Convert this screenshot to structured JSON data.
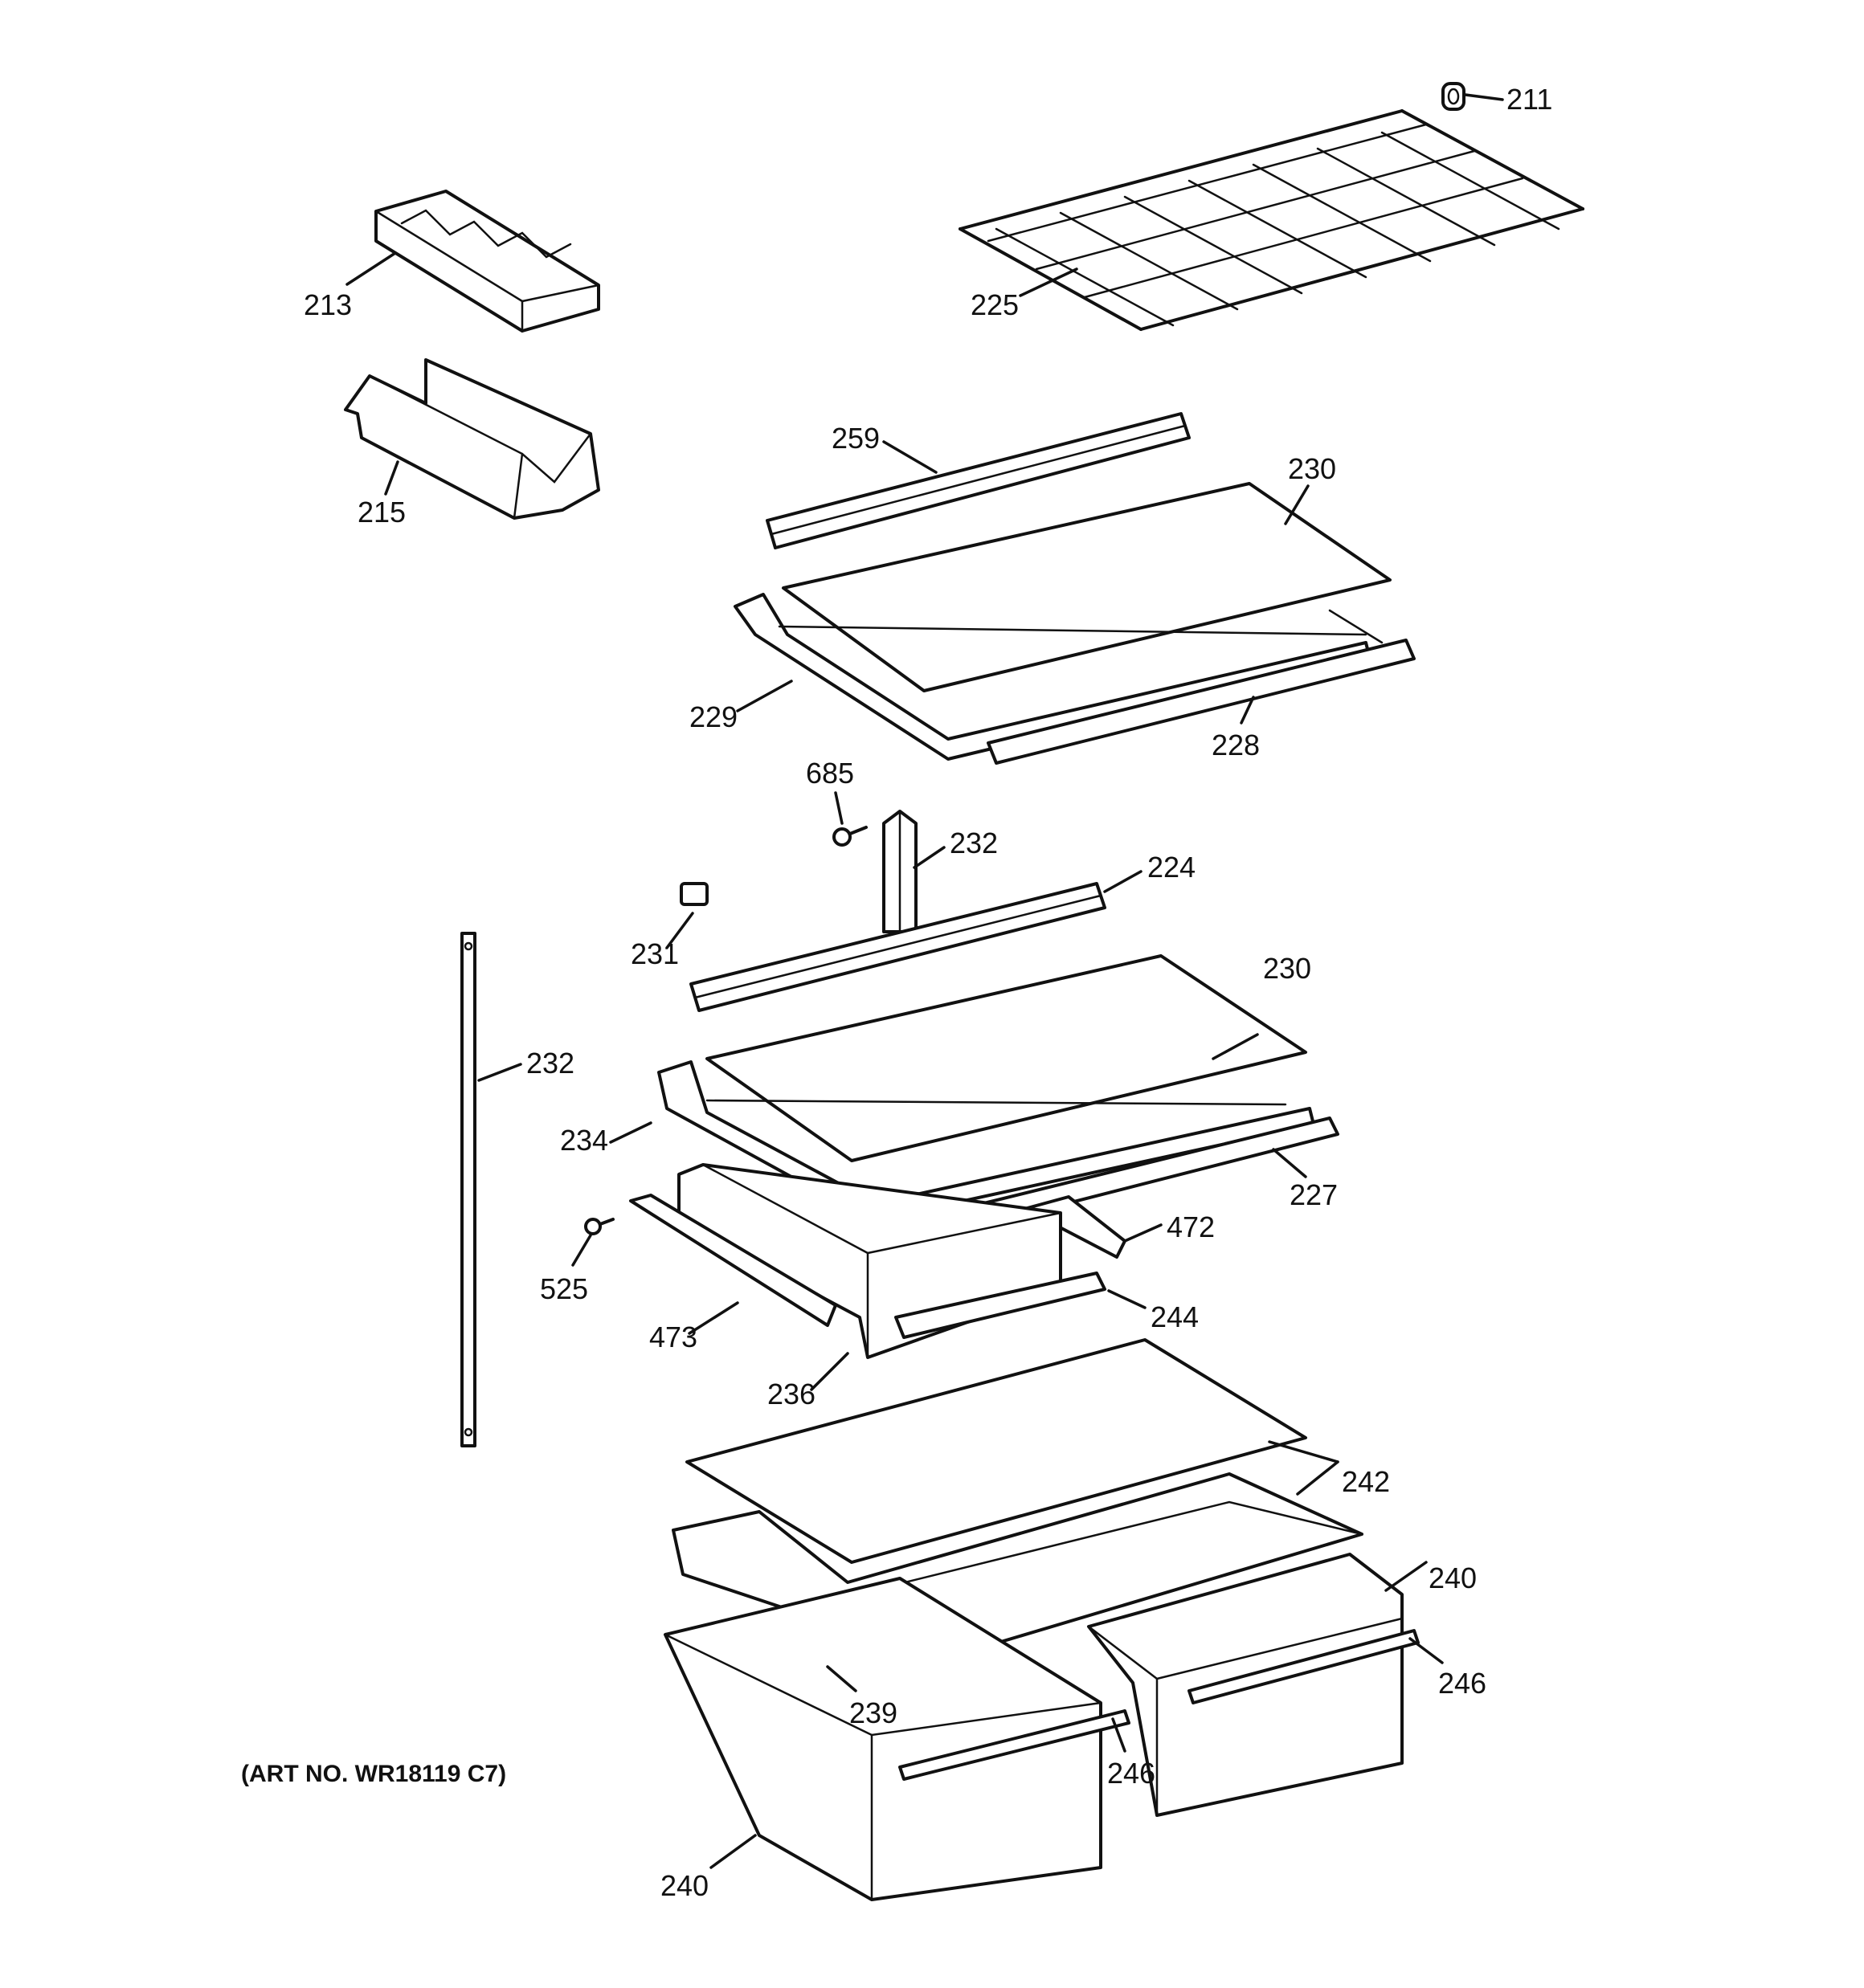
{
  "callouts": {
    "c211": "211",
    "c213": "213",
    "c225": "225",
    "c215": "215",
    "c259": "259",
    "c230a": "230",
    "c229": "229",
    "c228": "228",
    "c685": "685",
    "c232a": "232",
    "c224": "224",
    "c231": "231",
    "c230b": "230",
    "c232b": "232",
    "c234": "234",
    "c227": "227",
    "c472": "472",
    "c525": "525",
    "c244": "244",
    "c473": "473",
    "c236": "236",
    "c242": "242",
    "c240a": "240",
    "c246a": "246",
    "c239": "239",
    "c246b": "246",
    "c240b": "240"
  },
  "art_number": "(ART NO. WR18119 C7)"
}
